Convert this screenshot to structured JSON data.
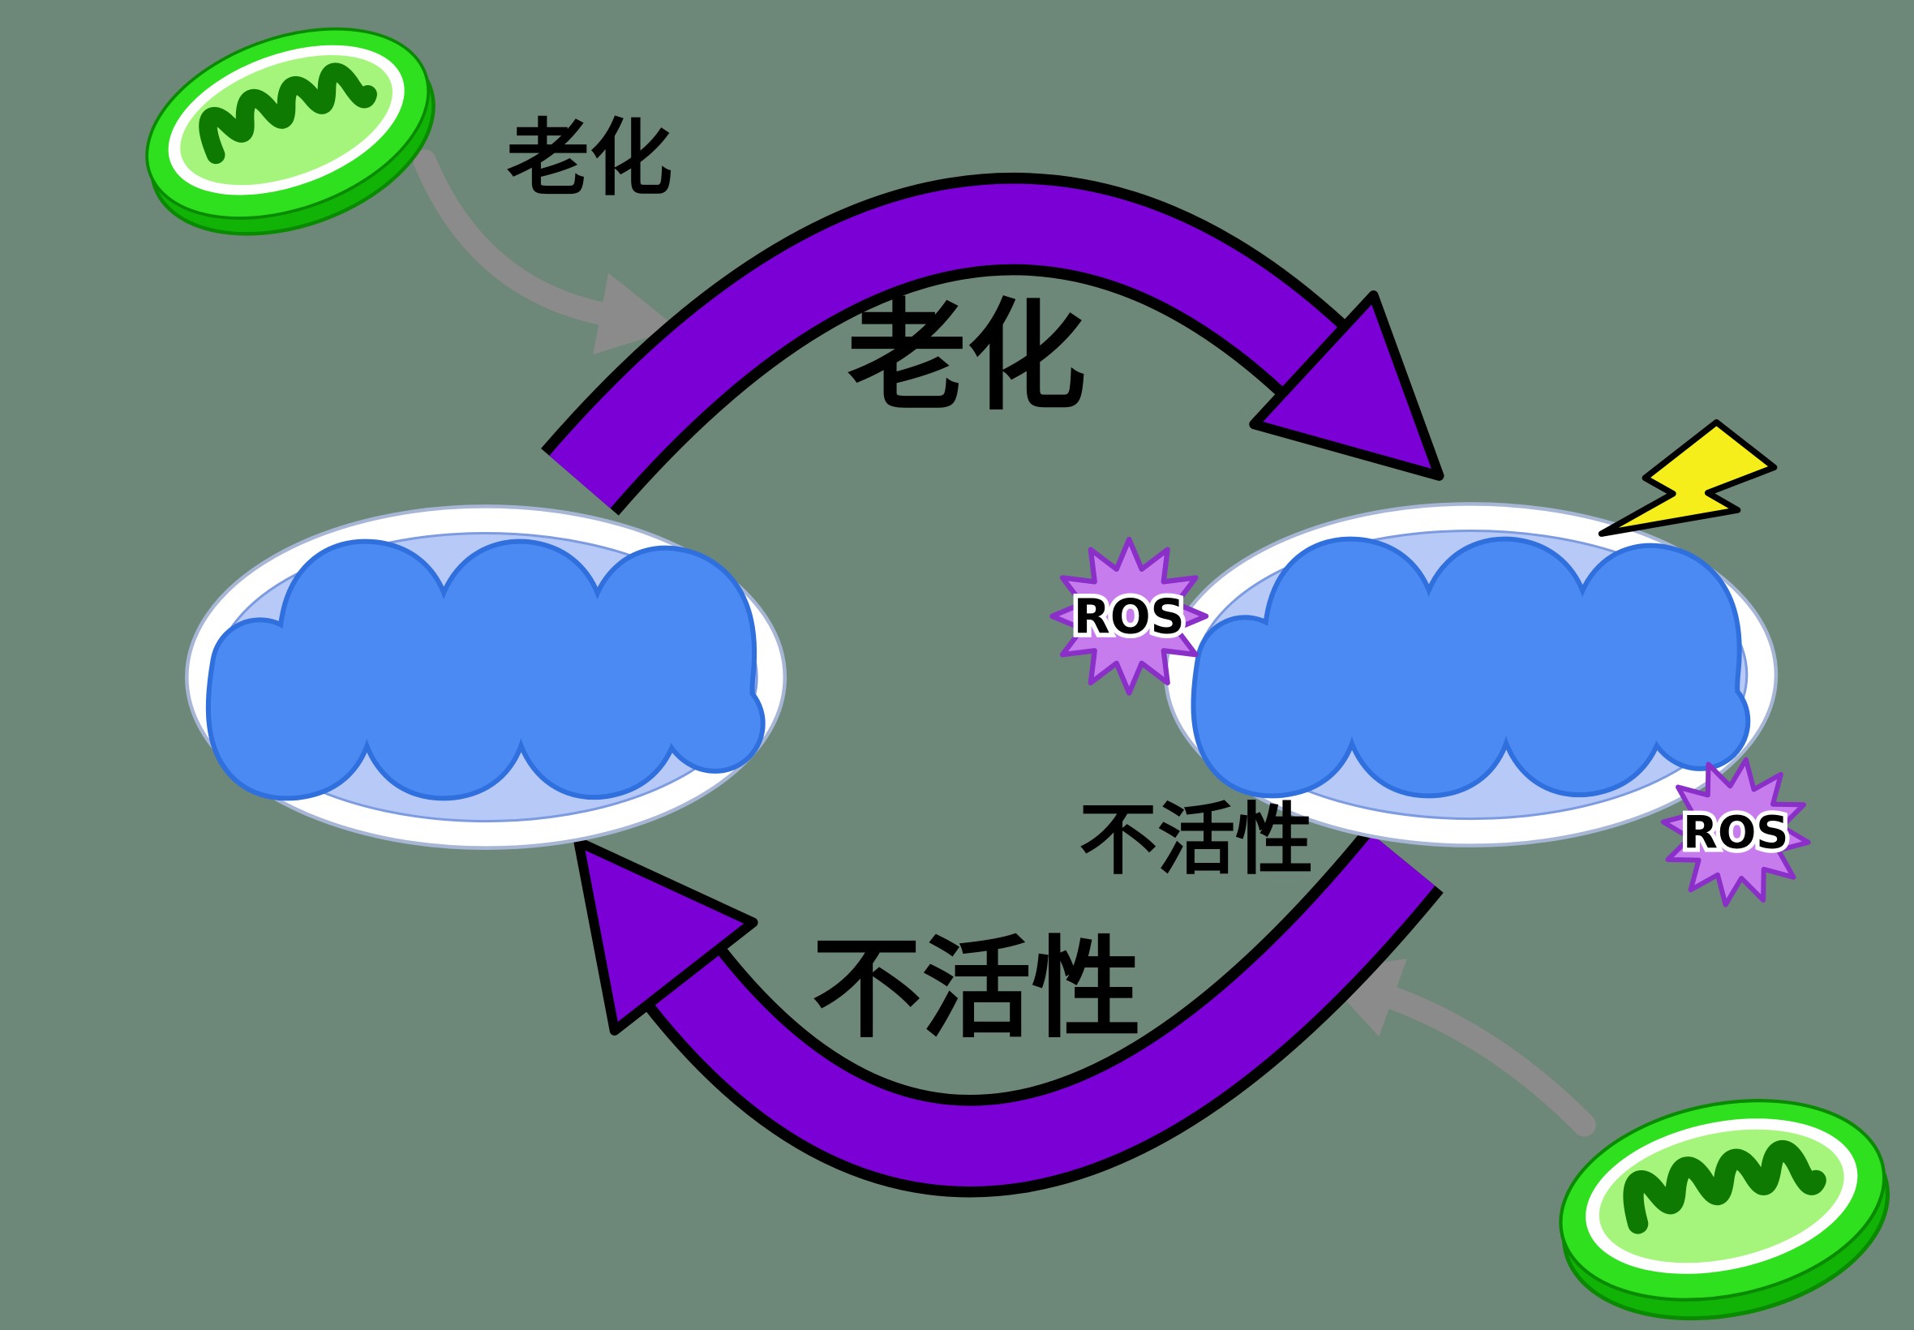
{
  "labels": {
    "aging_small": "老化",
    "aging_large": "老化",
    "inactive_small": "不活性",
    "inactive_large": "不活性"
  },
  "ros_badges": [
    {
      "label": "ROS"
    },
    {
      "label": "ROS"
    }
  ],
  "colors": {
    "background": "#6d8878",
    "cycle_arrow": "#7a00d6",
    "cycle_arrow_outline": "#000000",
    "gray_arrow": "#8b8b8b",
    "healthy_mito_green": "#2fe01f",
    "healthy_mito_rim": "#12b307",
    "healthy_mito_inner": "#a5f57c",
    "healthy_mito_cristae": "#0f7a02",
    "aged_mito_light": "#b6c9f7",
    "aged_mito_cristae": "#4a8af2",
    "aged_mito_cristae_edge": "#2f6fde",
    "ros_star": "#c77ced",
    "ros_star_outline": "#8a30c9",
    "lightning_yellow": "#f5ee1a",
    "label_text": "#000000"
  }
}
